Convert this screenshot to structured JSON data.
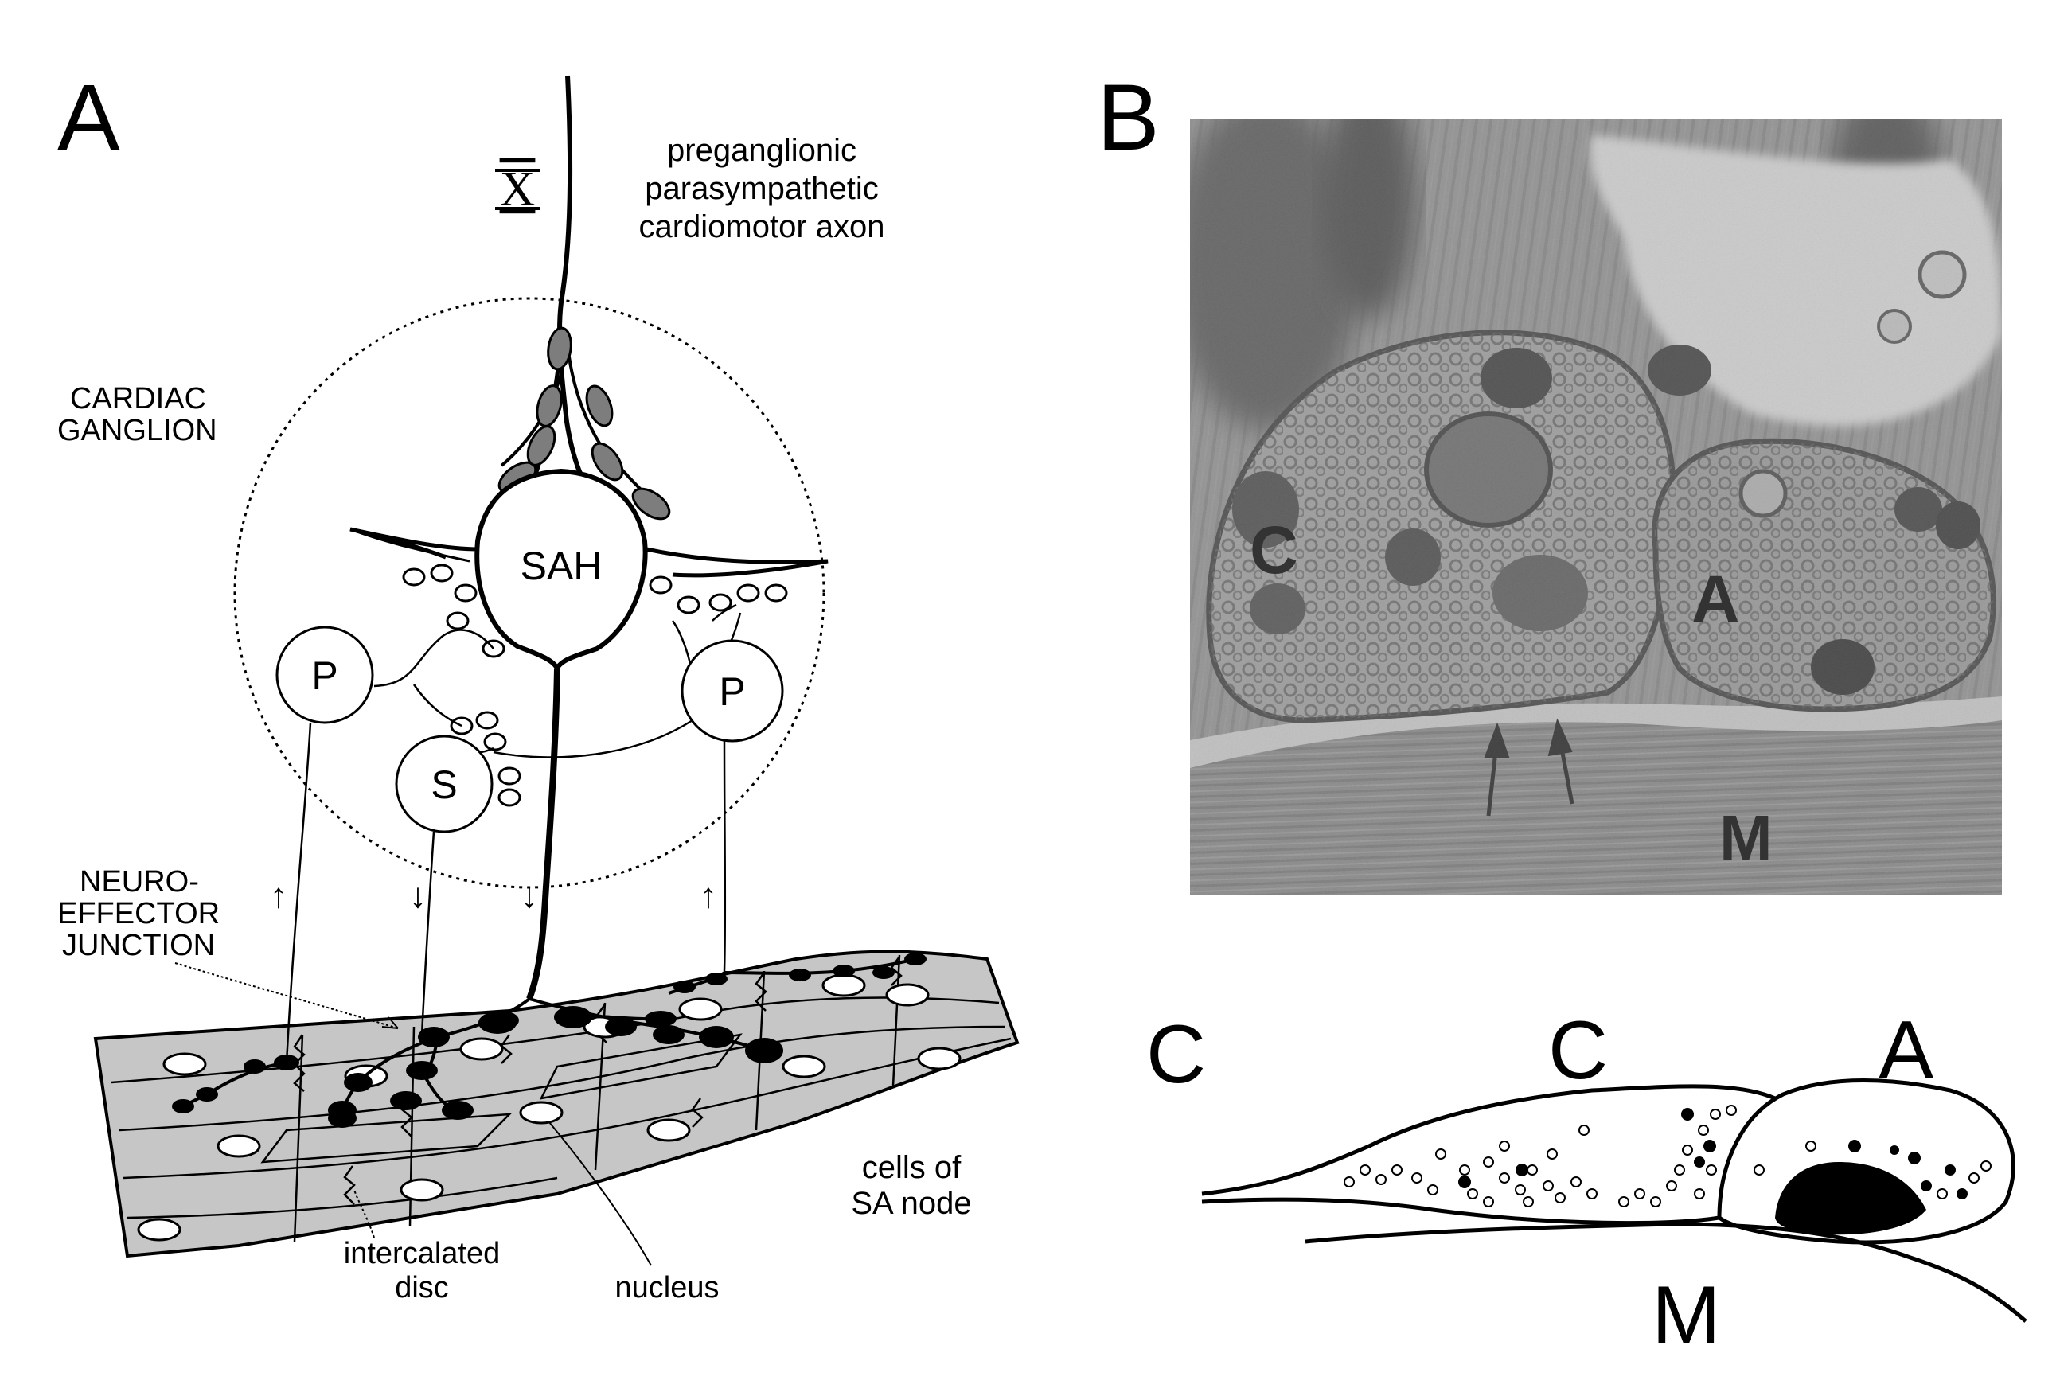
{
  "panels": {
    "a": "A",
    "b": "B"
  },
  "panel_a": {
    "nerve_roman": "X",
    "axon_label": [
      "preganglionic",
      "parasympathetic",
      "cardiomotor axon"
    ],
    "ganglion_label": [
      "CARDIAC",
      "GANGLION"
    ],
    "sah": "SAH",
    "p_left": "P",
    "p_right": "P",
    "s": "S",
    "arrows": {
      "up": "↑",
      "down": "↓"
    },
    "junction_label": [
      "NEURO-",
      "EFFECTOR",
      "JUNCTION"
    ],
    "sa_label": [
      "cells of",
      "SA node"
    ],
    "disc_label": [
      "intercalated",
      "disc"
    ],
    "nucleus_label": "nucleus"
  },
  "panel_b": {
    "micrograph": {
      "c": "C",
      "a": "A",
      "m": "M"
    },
    "drawing": {
      "c_left": "C",
      "c_mid": "C",
      "a": "A",
      "m": "M"
    }
  },
  "colors": {
    "tissue": "#c6c6c6",
    "varicosity": "#7d7d7d",
    "ink": "#000000",
    "micrograph_bg": "#9a9a9a"
  }
}
